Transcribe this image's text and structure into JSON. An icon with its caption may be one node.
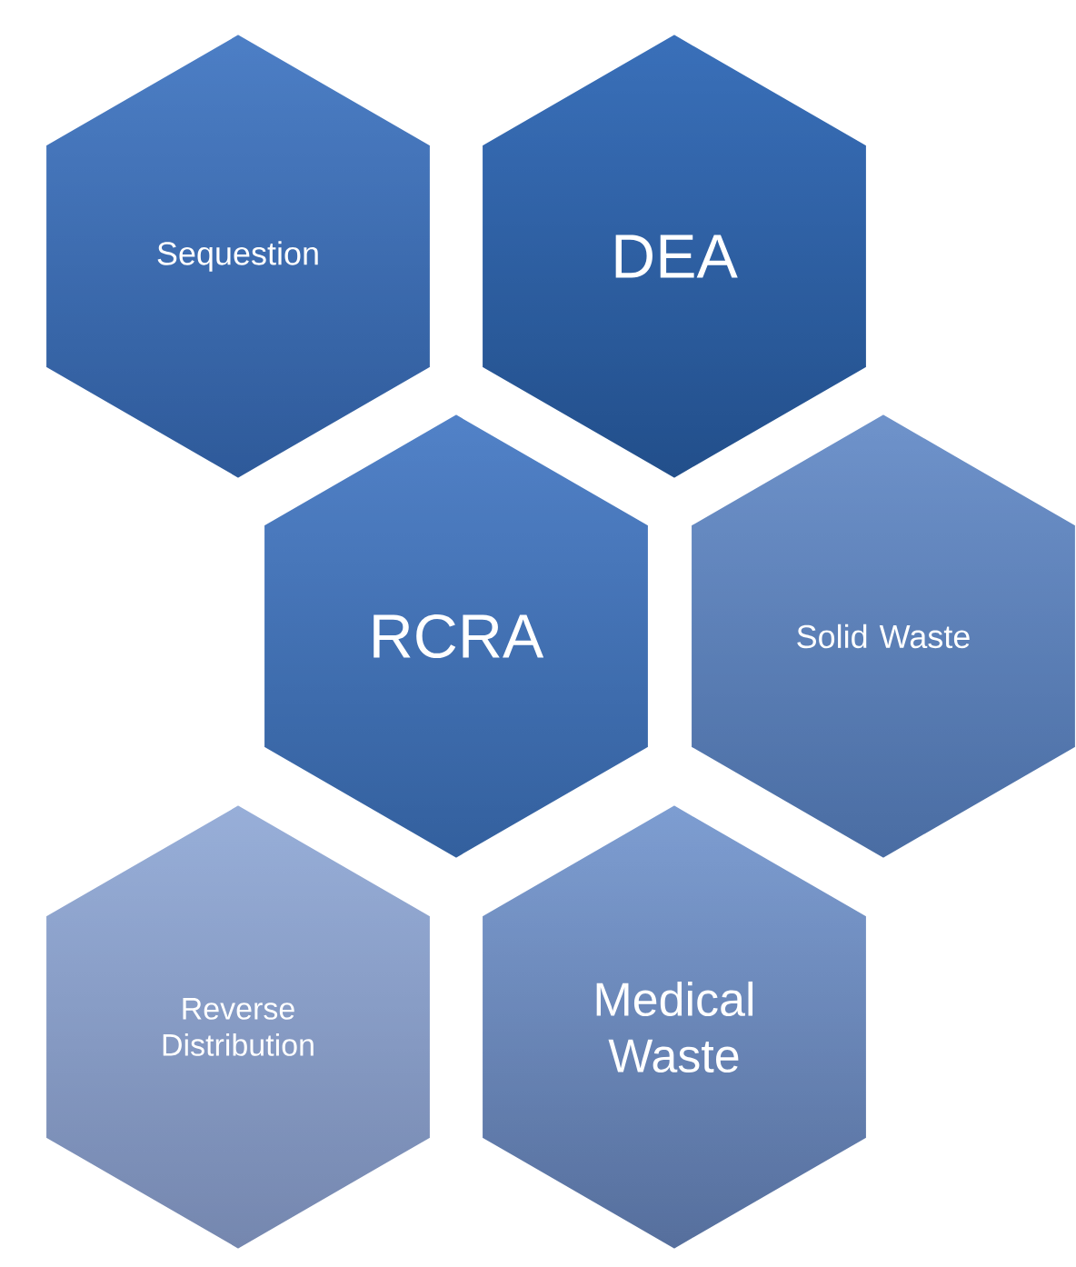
{
  "diagram": {
    "nodes": [
      {
        "text": [
          "Sequestion"
        ]
      },
      {
        "text": [
          "DEA"
        ]
      },
      {
        "text": [
          "RCRA"
        ]
      },
      {
        "text": [
          "Solid Waste"
        ]
      },
      {
        "text": [
          "Reverse Distribution"
        ]
      },
      {
        "text": [
          "Medical Waste"
        ]
      }
    ]
  }
}
